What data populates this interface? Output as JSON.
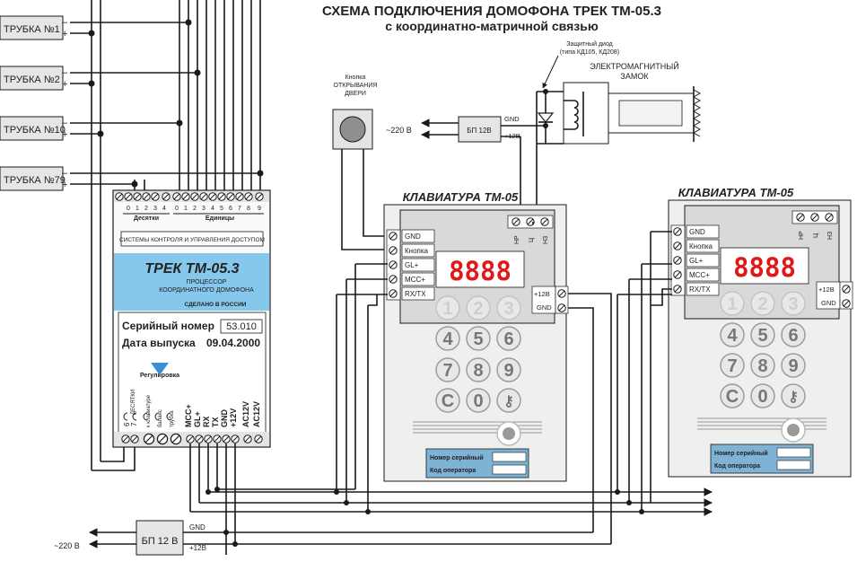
{
  "title": {
    "line1": "СХЕМА ПОДКЛЮЧЕНИЯ ДОМОФОНА ТРЕК ТМ-05.3",
    "line2": "с координатно-матричной  связью"
  },
  "handsets": [
    {
      "label": "ТРУБКА №1"
    },
    {
      "label": "ТРУБКА №2"
    },
    {
      "label": "ТРУБКА №10"
    },
    {
      "label": "ТРУБКА №79"
    }
  ],
  "polarity": {
    "minus": "–",
    "plus": "+"
  },
  "processor": {
    "tens_label": "Десятки",
    "units_label": "Единицы",
    "tens_digits": [
      "0",
      "1",
      "2",
      "3",
      "4"
    ],
    "units_digits": [
      "0",
      "1",
      "2",
      "3",
      "4",
      "5",
      "6",
      "7",
      "8",
      "9"
    ],
    "system_caption": "СИСТЕМЫ КОНТРОЛЯ И УПРАВЛЕНИЯ ДОСТУПОМ",
    "brand": "ТРЕК ТМ-05.3",
    "subtitle1": "ПРОЦЕССОР",
    "subtitle2": "КООРДИНАТНОГО ДОМОФОНА",
    "made_in": "СДЕЛАНО В РОССИИ",
    "serial_label": "Серийный номер",
    "serial_value": "53.010",
    "date_label": "Дата выпуска",
    "date_value": "09.04.2000",
    "adjust_label": "Регулировка",
    "pot_labels": [
      "к клавиатуре",
      "баланс",
      "трубка"
    ],
    "left_labels": [
      "6",
      "7",
      "ДЕСЯТКИ"
    ],
    "terminal_labels": [
      "MCC+",
      "GL+",
      "RX",
      "TX",
      "GND",
      "+12V",
      "AC12V",
      "AC12V"
    ]
  },
  "door_button": {
    "label_line1": "Кнопка",
    "label_line2": "ОТКРЫВАНИЯ",
    "label_line3": "ДВЕРИ"
  },
  "psu_top": {
    "label": "БП 12В",
    "mains": "~220 В",
    "gnd": "GND",
    "plus12": "+12В"
  },
  "diode": {
    "line1": "Защитный диод",
    "line2": "(типа КД105, КД208)"
  },
  "lock": {
    "line1": "ЭЛЕКТРОМАГНИТНЫЙ",
    "line2": "ЗАМОК"
  },
  "keypads": [
    {
      "title": "КЛАВИАТУРА ТМ-05",
      "display": "8888",
      "left_terminals": [
        "GND",
        "Кнопка",
        "GL+",
        "MCC+",
        "RX/TX"
      ],
      "right_terminals": [
        "+12В",
        "GND"
      ],
      "relay_labels": [
        "НР",
        "Ц",
        "НЗ"
      ],
      "keys": [
        "1",
        "2",
        "3",
        "4",
        "5",
        "6",
        "7",
        "8",
        "9",
        "С",
        "0",
        "⚷"
      ],
      "serial_label": "Номер серийный",
      "operator_label": "Код оператора"
    },
    {
      "title": "КЛАВИАТУРА ТМ-05",
      "display": "8888",
      "left_terminals": [
        "GND",
        "Кнопка",
        "GL+",
        "MCC+",
        "RX/TX"
      ],
      "right_terminals": [
        "+12В",
        "GND"
      ],
      "relay_labels": [
        "НР",
        "Ц",
        "НЗ"
      ],
      "keys": [
        "1",
        "2",
        "3",
        "4",
        "5",
        "6",
        "7",
        "8",
        "9",
        "С",
        "0",
        "⚷"
      ],
      "serial_label": "Номер серийный",
      "operator_label": "Код оператора"
    }
  ],
  "psu_bottom": {
    "label": "БП 12 В",
    "mains": "~220 В",
    "gnd": "GND",
    "plus12": "+12В"
  },
  "colors": {
    "brand_panel": "#86c7ec",
    "display_text": "#e01818",
    "keypad_body": "#efefef",
    "keypad_top": "#d9d9d9",
    "code_panel": "#7fb3d6",
    "pointer": "#3a8fd8"
  }
}
